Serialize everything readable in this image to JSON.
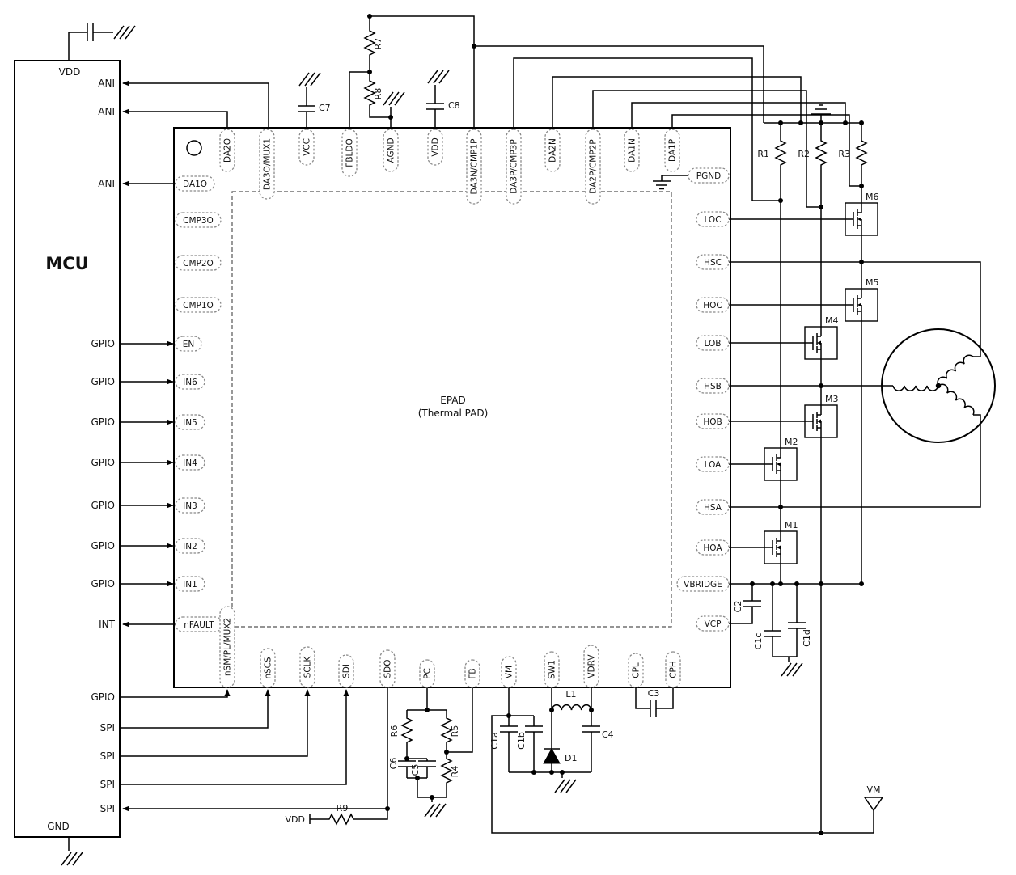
{
  "mcu": {
    "label": "MCU",
    "vdd": "VDD",
    "gnd": "GND",
    "ports": [
      "ANI",
      "ANI",
      "ANI",
      "GPIO",
      "GPIO",
      "GPIO",
      "GPIO",
      "GPIO",
      "GPIO",
      "GPIO",
      "INT",
      "GPIO",
      "SPI",
      "SPI",
      "SPI",
      "SPI"
    ]
  },
  "ic": {
    "epad": "EPAD",
    "epad_sub": "(Thermal PAD)",
    "top": [
      "DA2O",
      "DA3O/MUX1",
      "VCC",
      "FBLDO",
      "AGND",
      "VDD",
      "DA3N/CMP1P",
      "DA3P/CMP3P",
      "DA2N",
      "DA2P/CMP2P",
      "DA1N",
      "DA1P"
    ],
    "left": [
      "DA1O",
      "CMP3O",
      "CMP2O",
      "CMP1O",
      "EN",
      "IN6",
      "IN5",
      "IN4",
      "IN3",
      "IN2",
      "IN1",
      "nFAULT"
    ],
    "right": [
      "PGND",
      "LOC",
      "HSC",
      "HOC",
      "LOB",
      "HSB",
      "HOB",
      "LOA",
      "HSA",
      "HOA",
      "VBRIDGE",
      "VCP"
    ],
    "bottom": [
      "nSM/PL/MUX2",
      "nSCS",
      "SCLK",
      "SDI",
      "SDO",
      "PC",
      "FB",
      "VM",
      "SW1",
      "VDRV",
      "CPL",
      "CPH"
    ]
  },
  "components": {
    "r1": "R1",
    "r2": "R2",
    "r3": "R3",
    "r4": "R4",
    "r5": "R5",
    "r6": "R6",
    "r7": "R7",
    "r8": "R8",
    "r9": "R9",
    "c1a": "C1a",
    "c1b": "C1b",
    "c1c": "C1c",
    "c1d": "C1d",
    "c2": "C2",
    "c3": "C3",
    "c4": "C4",
    "c5": "C5",
    "c6": "C6",
    "c7": "C7",
    "c8": "C8",
    "m1": "M1",
    "m2": "M2",
    "m3": "M3",
    "m4": "M4",
    "m5": "M5",
    "m6": "M6",
    "d1": "D1",
    "l1": "L1"
  },
  "nets": {
    "vdd": "VDD",
    "vm": "VM"
  }
}
